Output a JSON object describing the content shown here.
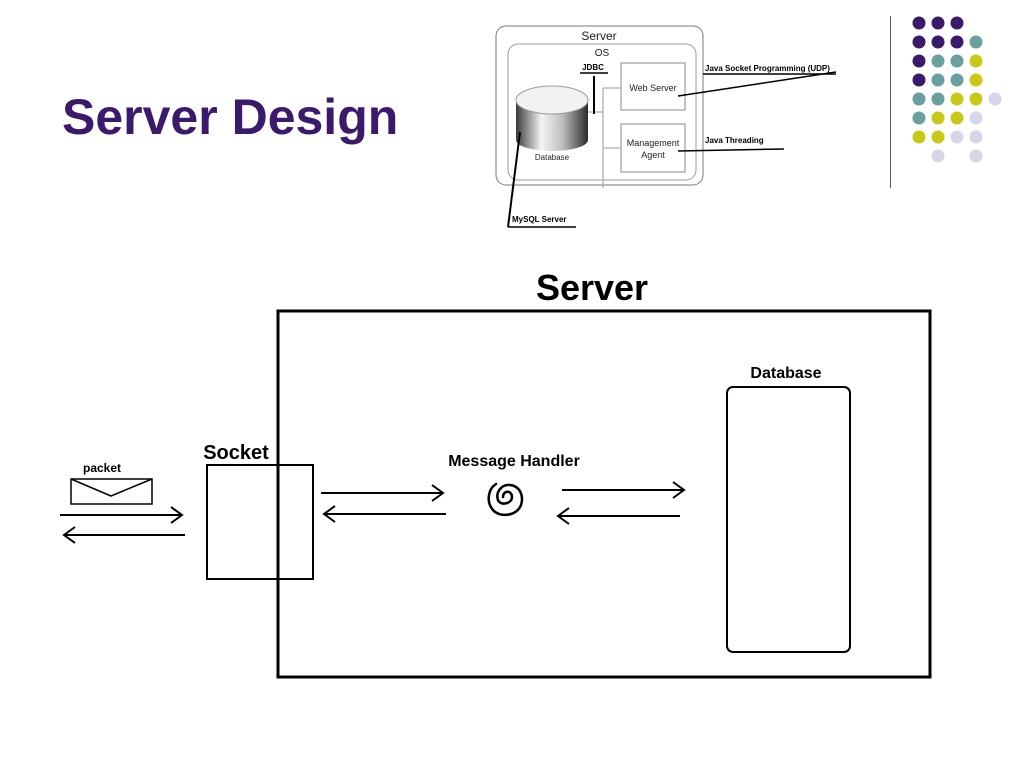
{
  "slide": {
    "title": "Server Design"
  },
  "colors": {
    "title": "#3b1a6b",
    "dot_purple": "#3b1a6b",
    "dot_teal": "#6a9fa0",
    "dot_yellow": "#c8c816",
    "dot_lavender": "#d6d6e8"
  },
  "decoration": {
    "dot_grid": [
      [
        "purple",
        "purple",
        "purple",
        null,
        null
      ],
      [
        "purple",
        "purple",
        "purple",
        "teal",
        null
      ],
      [
        "purple",
        "teal",
        "teal",
        "yellow",
        null
      ],
      [
        "purple",
        "teal",
        "teal",
        "yellow",
        null
      ],
      [
        "teal",
        "teal",
        "yellow",
        "yellow",
        "lavender"
      ],
      [
        "teal",
        "yellow",
        "yellow",
        "lavender",
        null
      ],
      [
        "yellow",
        "yellow",
        "lavender",
        "lavender",
        null
      ],
      [
        null,
        "lavender",
        null,
        "lavender",
        null
      ]
    ]
  },
  "small_diagram": {
    "server_label": "Server",
    "os_label": "OS",
    "jdbc_label": "JDBC",
    "database_label": "Database",
    "web_server_label": "Web Server",
    "management_agent_label_1": "Management",
    "management_agent_label_2": "Agent",
    "callout_udp": "Java Socket Programming (UDP)",
    "callout_threading": "Java Threading",
    "callout_mysql": "MySQL Server"
  },
  "main_diagram": {
    "server_label": "Server",
    "database_label": "Database",
    "socket_label": "Socket",
    "message_handler_label": "Message Handler",
    "packet_label": "packet"
  }
}
